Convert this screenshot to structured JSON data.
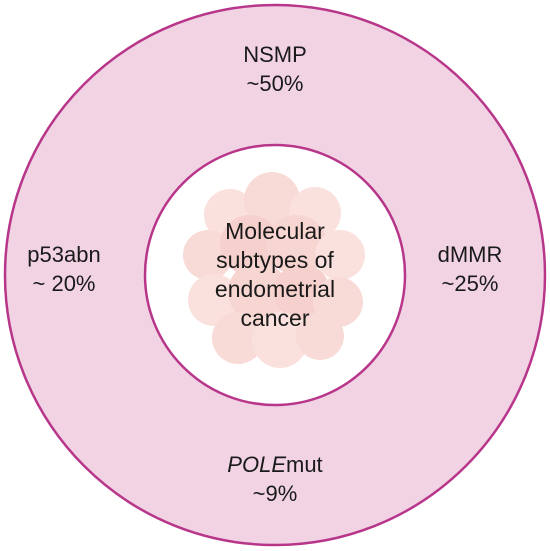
{
  "colors": {
    "ring_fill": "#f1d3e4",
    "ring_stroke": "#b8368a",
    "center_fill": "#ffffff",
    "tumor_fill": "#f2b6b0",
    "text": "#1a1a1a"
  },
  "center": {
    "icon": "tumor-cells-icon",
    "title_lines": [
      "Molecular",
      "subtypes of",
      "endometrial",
      "cancer"
    ]
  },
  "segments": {
    "nsmp": {
      "name": "NSMP",
      "value": "~50%"
    },
    "dmmr": {
      "name": "dMMR",
      "value": "~25%"
    },
    "pole": {
      "name_italic": "POLE",
      "name_suffix": "mut",
      "value": "~9%"
    },
    "p53abn": {
      "name": "p53abn",
      "value": "~ 20%"
    }
  }
}
